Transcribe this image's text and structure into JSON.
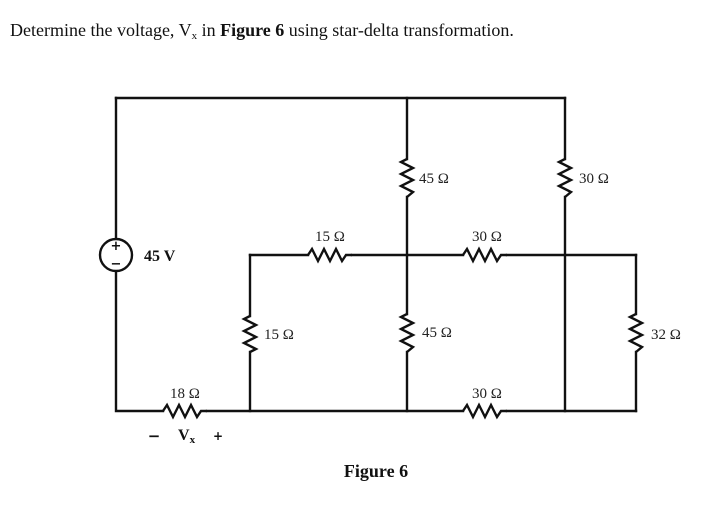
{
  "question": {
    "prefix": "Determine the voltage, V",
    "subscript": "x",
    "middle": " in ",
    "figure_ref": "Figure 6",
    "suffix": " using star-delta transformation."
  },
  "figure": {
    "caption": "Figure 6",
    "source": {
      "label": "45 V",
      "plus": "+",
      "minus": "−"
    },
    "resistors": {
      "r_top_mid": "45 Ω",
      "r_top_right": "30 Ω",
      "r_mid_left_h": "15 Ω",
      "r_mid_right_h": "30 Ω",
      "r_left_v": "15 Ω",
      "r_center_v": "45 Ω",
      "r_right_v": "32 Ω",
      "r_bottom_left_h": "18 Ω",
      "r_bottom_right_h": "30 Ω"
    },
    "vx": {
      "minus": "−",
      "label": "V",
      "subscript": "x",
      "plus": "+"
    }
  }
}
